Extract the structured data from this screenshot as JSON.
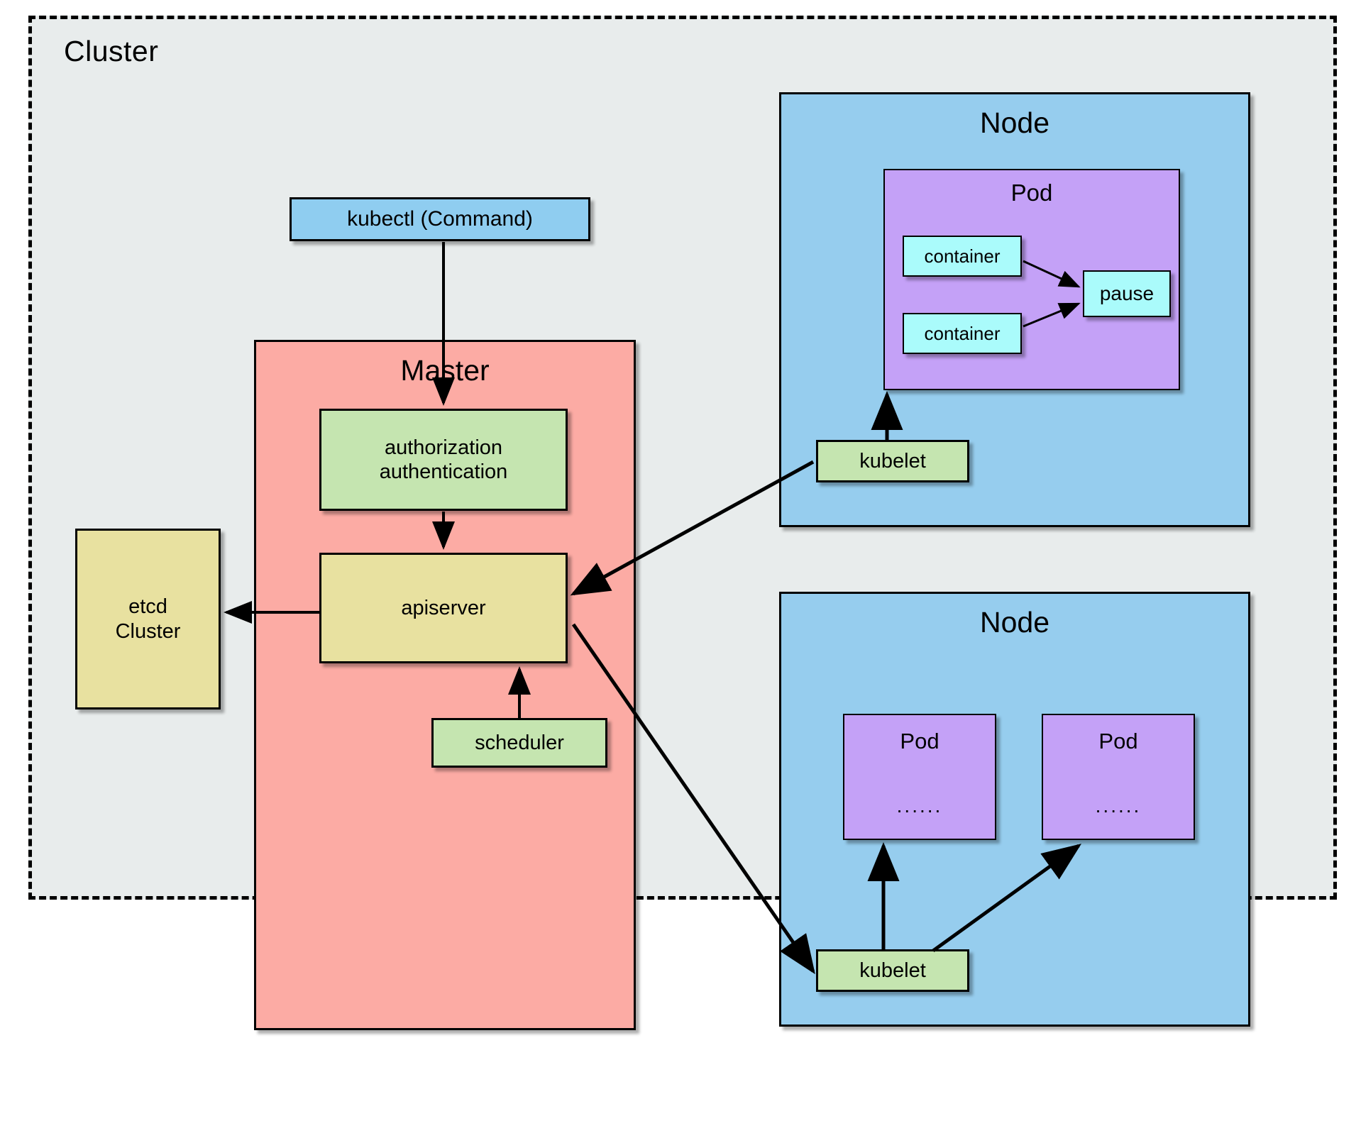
{
  "diagram": {
    "title": "Kubernetes Cluster Architecture",
    "cluster": {
      "label": "Cluster",
      "fill": "#e8ecec",
      "border_style": "dashed"
    },
    "nodes": {
      "kubectl": {
        "label": "kubectl (Command)",
        "fill": "#8fcdf0"
      },
      "master": {
        "label": "Master",
        "fill": "#fcaba4"
      },
      "authorization_authentication": {
        "line1": "authorization",
        "line2": "authentication",
        "fill": "#c5e5b0"
      },
      "apiserver": {
        "label": "apiserver",
        "fill": "#e8e1a0"
      },
      "scheduler": {
        "label": "scheduler",
        "fill": "#c5e5b0"
      },
      "etcd": {
        "line1": "etcd",
        "line2": "Cluster",
        "fill": "#e8e1a0"
      },
      "node_top": {
        "label": "Node",
        "fill": "#96cdee",
        "pod": {
          "label": "Pod",
          "fill": "#c4a1f7",
          "containers": [
            {
              "label": "container",
              "fill": "#aafbfb"
            },
            {
              "label": "container",
              "fill": "#aafbfb"
            }
          ],
          "pause": {
            "label": "pause",
            "fill": "#aafbfb"
          }
        },
        "kubelet": {
          "label": "kubelet",
          "fill": "#c5e5b0"
        }
      },
      "node_bottom": {
        "label": "Node",
        "fill": "#96cdee",
        "pods": [
          {
            "label": "Pod",
            "ellipsis": "......",
            "fill": "#c4a1f7"
          },
          {
            "label": "Pod",
            "ellipsis": "......",
            "fill": "#c4a1f7"
          }
        ],
        "kubelet": {
          "label": "kubelet",
          "fill": "#c5e5b0"
        }
      }
    },
    "edges": [
      {
        "from": "kubectl",
        "to": "authorization_authentication"
      },
      {
        "from": "authorization_authentication",
        "to": "apiserver"
      },
      {
        "from": "apiserver",
        "to": "etcd"
      },
      {
        "from": "scheduler",
        "to": "apiserver"
      },
      {
        "from": "node_top.kubelet",
        "to": "apiserver"
      },
      {
        "from": "apiserver",
        "to": "node_bottom.kubelet"
      },
      {
        "from": "node_top.kubelet",
        "to": "node_top.pod"
      },
      {
        "from": "node_top.pod.containers.0",
        "to": "node_top.pod.pause"
      },
      {
        "from": "node_top.pod.containers.1",
        "to": "node_top.pod.pause"
      },
      {
        "from": "node_bottom.kubelet",
        "to": "node_bottom.pods.0"
      },
      {
        "from": "node_bottom.kubelet",
        "to": "node_bottom.pods.1"
      }
    ],
    "colors": {
      "stroke": "#000000",
      "background": "#ffffff"
    }
  }
}
